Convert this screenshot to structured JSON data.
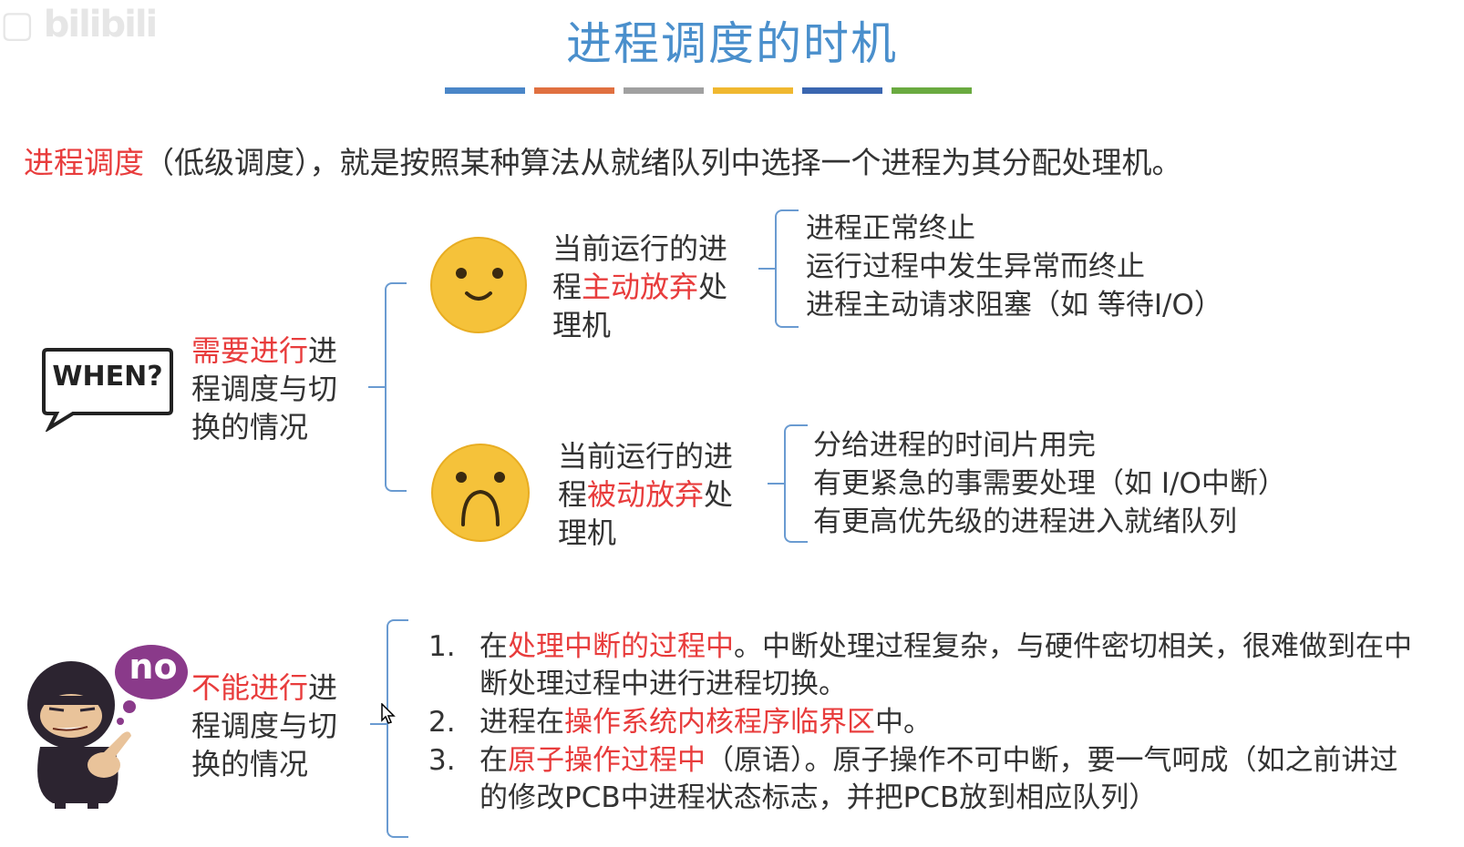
{
  "title": "进程调度的时机",
  "title_color": "#4a8fcc",
  "accent_bar_colors": [
    "#4a86c8",
    "#e07040",
    "#a0a0a0",
    "#f0b830",
    "#3a66b0",
    "#6aaa40"
  ],
  "definition": {
    "highlight": "进程调度",
    "rest": "（低级调度），就是按照某种算法从就绪队列中选择一个进程为其分配处理机。"
  },
  "when_bubble": {
    "label": "WHEN?"
  },
  "need_switch": {
    "highlight": "需要进行",
    "rest": "进程调度与切换的情况",
    "line2": "程调度与切",
    "line3": "换的情况",
    "line1_tail": "进"
  },
  "active_quit": {
    "line1": "当前运行的进",
    "prefix": "程",
    "highlight": "主动放弃",
    "suffix": "处",
    "line3": "理机",
    "reasons": [
      "进程正常终止",
      "运行过程中发生异常而终止",
      "进程主动请求阻塞（如 等待I/O）"
    ]
  },
  "passive_quit": {
    "line1": "当前运行的进",
    "prefix": "程",
    "highlight": "被动放弃",
    "suffix": "处",
    "line3": "理机",
    "reasons": [
      "分给进程的时间片用完",
      "有更紧急的事需要处理（如 I/O中断）",
      "有更高优先级的进程进入就绪队列"
    ]
  },
  "no_bubble": {
    "label": "no"
  },
  "cannot_switch": {
    "highlight": "不能进行",
    "line1_tail": "进",
    "line2": "程调度与切",
    "line3": "换的情况"
  },
  "cannot_list": [
    {
      "num": "1.",
      "pre": "在",
      "highlight": "处理中断的过程中",
      "post": "。中断处理过程复杂，与硬件密切相关，很难做到在中断处理过程中进行进程切换。"
    },
    {
      "num": "2.",
      "pre": "进程在",
      "highlight": "操作系统内核程序临界区",
      "post": "中。"
    },
    {
      "num": "3.",
      "pre": "在",
      "highlight": "原子操作过程中",
      "post": "（原语）。原子操作不可中断，要一气呵成（如之前讲过的修改PCB中进程状态标志，并把PCB放到相应队列）"
    }
  ]
}
